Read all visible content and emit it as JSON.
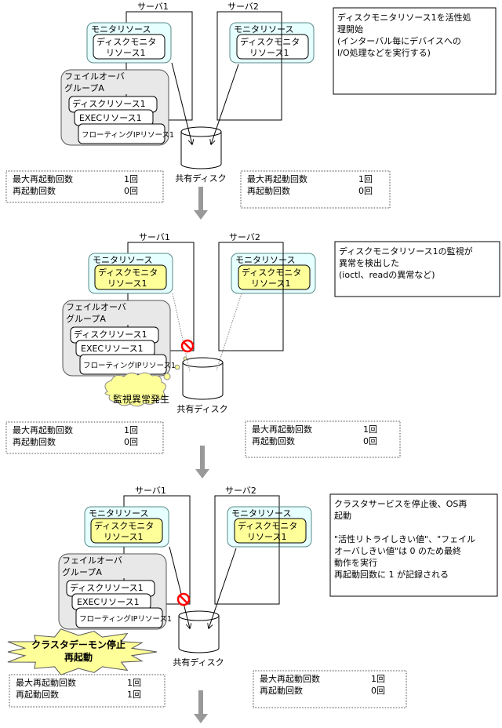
{
  "colors": {
    "monitor_fill": "#e6ffff",
    "monitor_stroke": "#5a8a8a",
    "group_fill": "#e8e8e8",
    "highlight": "#ffff99",
    "burst": "#ffff99",
    "arrow_gray": "#999999",
    "prohibit": "#ff0000"
  },
  "labels": {
    "server1": "サーバ1",
    "server2": "サーバ2",
    "monitor_resource": "モニタリソース",
    "disk_monitor_line1": "ディスクモニタ",
    "disk_monitor_line2": "リソース1",
    "failover_line1": "フェイルオーバ",
    "failover_line2": "グループA",
    "disk_resource": "ディスクリソース1",
    "exec_resource": "EXECリソース1",
    "fip_resource": "フローティングIPリソース1",
    "shared_disk": "共有ディスク",
    "max_restart": "最大再起動回数",
    "restart_count": "再起動回数"
  },
  "panels": [
    {
      "note": [
        "ディスクモニタリソース1を活性処",
        "理開始",
        "(インターバル毎にデバイスへの",
        "I/O処理などを実行する)"
      ],
      "left_counts": {
        "max": "1回",
        "count": "0回"
      },
      "right_counts": {
        "max": "1回",
        "count": "0回"
      }
    },
    {
      "note": [
        "ディスクモニタリソース1の監視が",
        "異常を検出した",
        "(ioctl、readの異常など)"
      ],
      "callout": "監視異常発生",
      "left_counts": {
        "max": "1回",
        "count": "0回"
      },
      "right_counts": {
        "max": "1回",
        "count": "0回"
      }
    },
    {
      "note": [
        "クラスタサービスを停止後、OS再",
        "起動",
        "",
        "\"活性リトライしきい値\"、\"フェイル",
        "オーバしきい値\"は  0 のため最終",
        "動作を実行",
        "再起動回数に 1 が記録される"
      ],
      "burst": [
        "クラスタデーモン停止",
        "再起動"
      ],
      "left_counts": {
        "max": "1回",
        "count": "1回"
      },
      "right_counts": {
        "max": "1回",
        "count": "0回"
      }
    }
  ]
}
